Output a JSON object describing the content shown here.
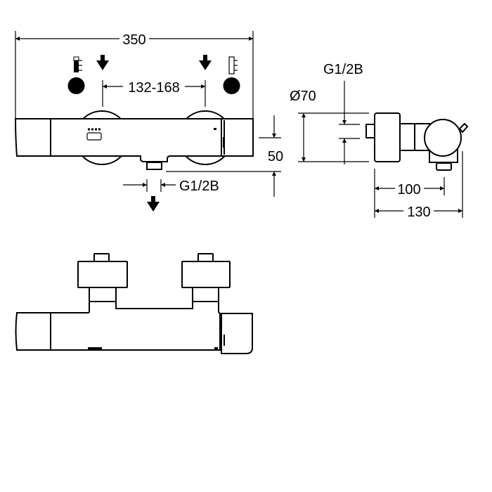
{
  "drawing": {
    "front_view": {
      "overall_width": "350",
      "inlet_spacing": "132-168",
      "height": "50",
      "outlet_thread": "G1/2B"
    },
    "side_view": {
      "diameter": "Ø70",
      "inlet_thread": "G1/2B",
      "depth_to_outlet": "100",
      "overall_depth": "130"
    },
    "icons": [
      "thermometer-cold-icon",
      "thermometer-hot-icon",
      "inlet-arrow-icon",
      "outlet-arrow-icon"
    ]
  }
}
